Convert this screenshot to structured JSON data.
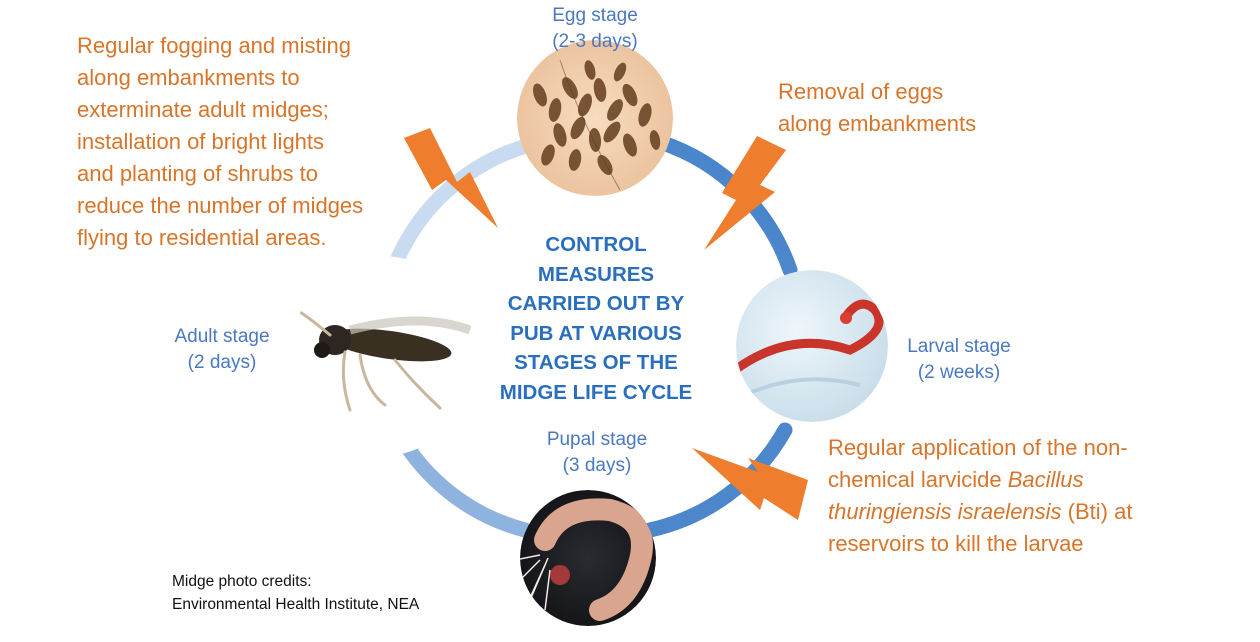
{
  "center_title": {
    "lines": [
      "CONTROL",
      "MEASURES",
      "CARRIED OUT BY",
      "PUB AT VARIOUS",
      "STAGES OF THE",
      "MIDGE LIFE CYCLE"
    ]
  },
  "stages": {
    "egg": {
      "name": "Egg stage",
      "duration": "(2-3 days)"
    },
    "larval": {
      "name": "Larval stage",
      "duration": "(2 weeks)"
    },
    "pupal": {
      "name": "Pupal stage",
      "duration": "(3 days)"
    },
    "adult": {
      "name": "Adult stage",
      "duration": "(2 days)"
    }
  },
  "measures": {
    "adult": {
      "lines": [
        "Regular fogging and misting",
        "along embankments to",
        "exterminate adult midges;",
        "installation of bright lights",
        "and planting of shrubs to",
        "reduce the number of midges",
        "flying to residential areas."
      ]
    },
    "egg": {
      "lines": [
        "Removal of eggs",
        "along embankments"
      ]
    },
    "larval": {
      "line1": "Regular application of the non-",
      "line2_prefix": "chemical larvicide ",
      "line2_italic": "Bacillus",
      "line3_italic": "thuringiensis israelensis",
      "line3_suffix": " (Bti) at",
      "line4": "reservoirs to kill the larvae"
    }
  },
  "credits": {
    "line1": "Midge photo credits:",
    "line2": "Environmental Health Institute, NEA"
  },
  "colors": {
    "cycle_light": "#c9d9ee",
    "cycle_dark": "#3f7fc7",
    "lightning": "#ee7d2e",
    "measure_text": "#d8752a",
    "stage_text": "#4a78c2",
    "center_text": "#2a6fbd"
  }
}
